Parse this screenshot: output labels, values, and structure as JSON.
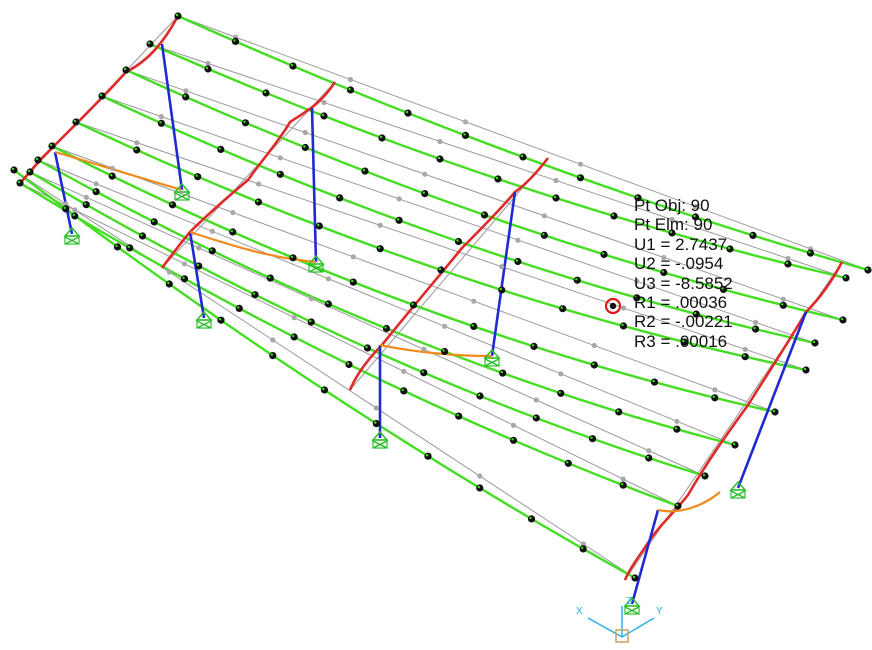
{
  "colors": {
    "background": "#ffffff",
    "undeformed": "#9a9a9a",
    "beam_deformed": "#44dd22",
    "rafter_deformed": "#e02a2a",
    "column_deformed": "#1f2ad0",
    "brace_deformed": "#f08a1a",
    "support": "#2bbd2b",
    "joint": "#111111",
    "mid_joint": "#a8a8a8",
    "selected_marker": "#e01818",
    "axis": "#2ab0e8"
  },
  "icons": {
    "support": "fixed-support-icon",
    "selected_joint": "selected-joint-marker-icon",
    "axes": "coordinate-axes-icon"
  },
  "popup": {
    "pt_obj": "Pt Obj: 90",
    "pt_elm": "Pt Elm: 90",
    "u1": "U1 =  2.7437",
    "u2": "U2 = -.0954",
    "u3": "U3 = -8.5852",
    "r1": "R1 = .00036",
    "r2": "R2 = -.00221",
    "r3": "R3 =  .00016"
  },
  "axis_labels": {
    "x": "X",
    "y": "Y",
    "z": "Z"
  }
}
